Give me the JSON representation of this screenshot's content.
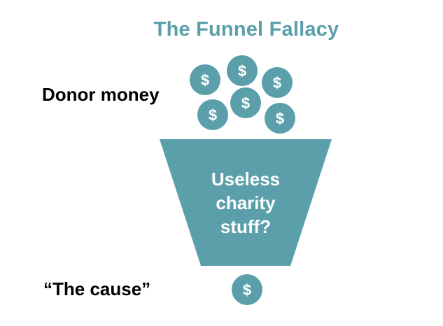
{
  "title": "The Funnel Fallacy",
  "labels": {
    "input": "Donor money",
    "output": "“The cause”"
  },
  "funnel": {
    "text_lines": [
      "Useless",
      "charity",
      "stuff?"
    ]
  },
  "coin_symbol": "$",
  "colors": {
    "accent": "#5a9fa9",
    "text": "#000000",
    "on_accent": "#ffffff"
  },
  "icons": {
    "coin": "dollar-coin-icon",
    "funnel": "funnel-shape"
  }
}
